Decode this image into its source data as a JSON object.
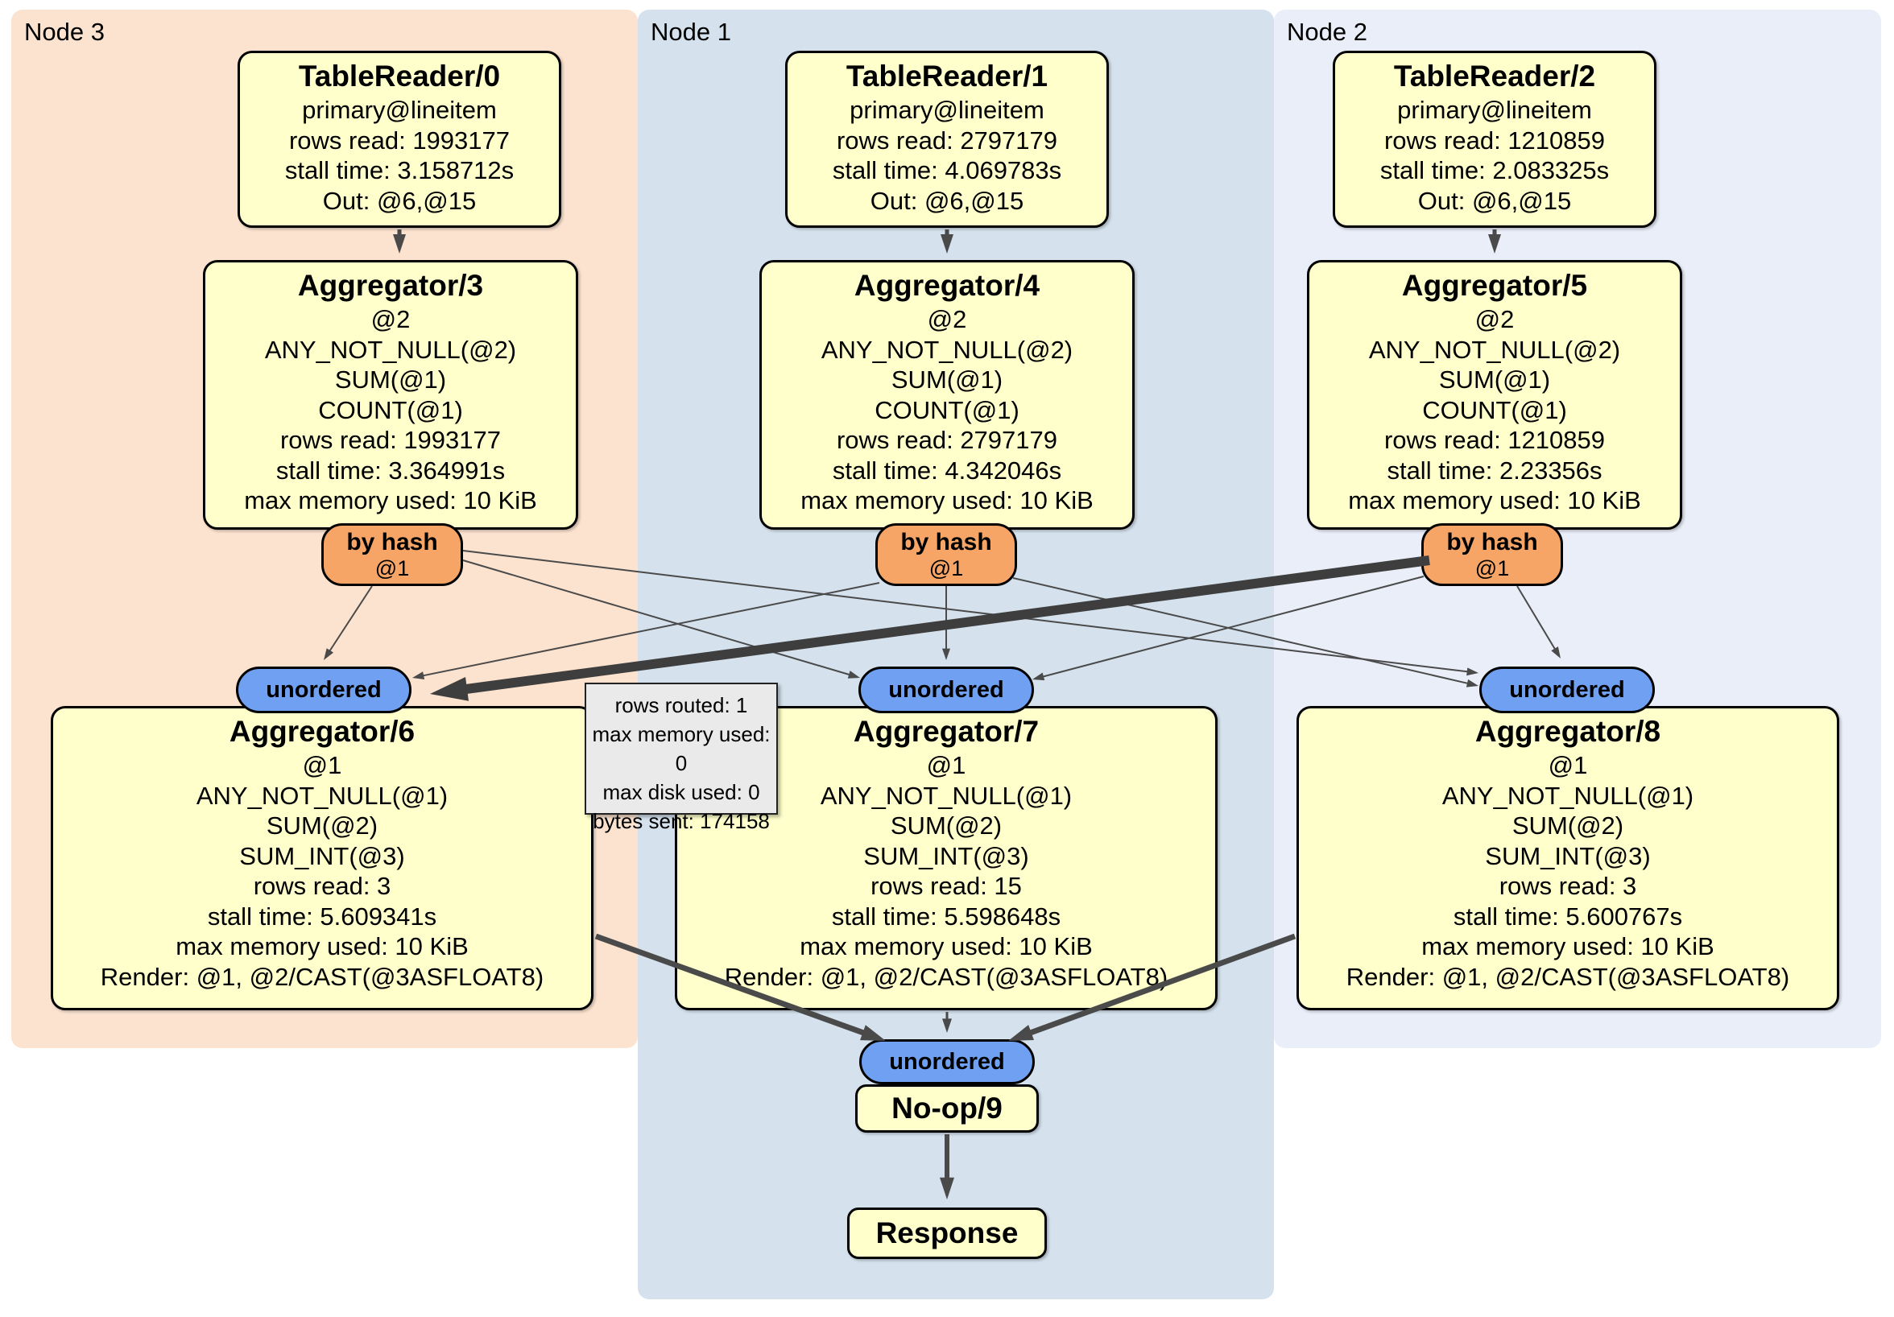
{
  "regions": [
    {
      "id": "node3",
      "label": "Node 3"
    },
    {
      "id": "node1",
      "label": "Node 1"
    },
    {
      "id": "node2",
      "label": "Node 2"
    }
  ],
  "boxes": [
    {
      "id": "tr0",
      "title": "TableReader/0",
      "lines": [
        "primary@lineitem",
        "rows read: 1993177",
        "stall time: 3.158712s",
        "Out: @6,@15"
      ]
    },
    {
      "id": "tr1",
      "title": "TableReader/1",
      "lines": [
        "primary@lineitem",
        "rows read: 2797179",
        "stall time: 4.069783s",
        "Out: @6,@15"
      ]
    },
    {
      "id": "tr2",
      "title": "TableReader/2",
      "lines": [
        "primary@lineitem",
        "rows read: 1210859",
        "stall time: 2.083325s",
        "Out: @6,@15"
      ]
    },
    {
      "id": "agg3",
      "title": "Aggregator/3",
      "lines": [
        "@2",
        "ANY_NOT_NULL(@2)",
        "SUM(@1)",
        "COUNT(@1)",
        "rows read: 1993177",
        "stall time: 3.364991s",
        "max memory used: 10 KiB"
      ]
    },
    {
      "id": "agg4",
      "title": "Aggregator/4",
      "lines": [
        "@2",
        "ANY_NOT_NULL(@2)",
        "SUM(@1)",
        "COUNT(@1)",
        "rows read: 2797179",
        "stall time: 4.342046s",
        "max memory used: 10 KiB"
      ]
    },
    {
      "id": "agg5",
      "title": "Aggregator/5",
      "lines": [
        "@2",
        "ANY_NOT_NULL(@2)",
        "SUM(@1)",
        "COUNT(@1)",
        "rows read: 1210859",
        "stall time: 2.23356s",
        "max memory used: 10 KiB"
      ]
    },
    {
      "id": "agg6",
      "title": "Aggregator/6",
      "lines": [
        "@1",
        "ANY_NOT_NULL(@1)",
        "SUM(@2)",
        "SUM_INT(@3)",
        "rows read: 3",
        "stall time: 5.609341s",
        "max memory used: 10 KiB",
        "Render: @1, @2/CAST(@3ASFLOAT8)"
      ]
    },
    {
      "id": "agg7",
      "title": "Aggregator/7",
      "lines": [
        "@1",
        "ANY_NOT_NULL(@1)",
        "SUM(@2)",
        "SUM_INT(@3)",
        "rows read: 15",
        "stall time: 5.598648s",
        "max memory used: 10 KiB",
        "Render: @1, @2/CAST(@3ASFLOAT8)"
      ]
    },
    {
      "id": "agg8",
      "title": "Aggregator/8",
      "lines": [
        "@1",
        "ANY_NOT_NULL(@1)",
        "SUM(@2)",
        "SUM_INT(@3)",
        "rows read: 3",
        "stall time: 5.600767s",
        "max memory used: 10 KiB",
        "Render: @1, @2/CAST(@3ASFLOAT8)"
      ]
    },
    {
      "id": "noop",
      "title": "No-op/9",
      "lines": []
    },
    {
      "id": "resp",
      "title": "Response",
      "lines": []
    }
  ],
  "routers": [
    {
      "id": "bh3",
      "label": "by hash",
      "sub": "@1"
    },
    {
      "id": "bh4",
      "label": "by hash",
      "sub": "@1"
    },
    {
      "id": "bh5",
      "label": "by hash",
      "sub": "@1"
    }
  ],
  "ovals": [
    {
      "id": "u3",
      "label": "unordered"
    },
    {
      "id": "u1",
      "label": "unordered"
    },
    {
      "id": "u2",
      "label": "unordered"
    },
    {
      "id": "ub",
      "label": "unordered"
    }
  ],
  "tooltip": {
    "lines": [
      "rows routed: 1",
      "max memory used: 0",
      "max disk used: 0",
      "bytes sent: 174158"
    ]
  },
  "colors": {
    "node3_bg": "#fce3d0",
    "node1_bg": "#d5e2ee",
    "node2_bg": "#eaeef8",
    "box_fill": "#ffffcc",
    "router_fill": "#f7a567",
    "stream_fill": "#6fa0f2",
    "tooltip_bg": "#eaeaea",
    "edge": "#4a4a4a",
    "edge_thick": "#3e3e3e"
  }
}
